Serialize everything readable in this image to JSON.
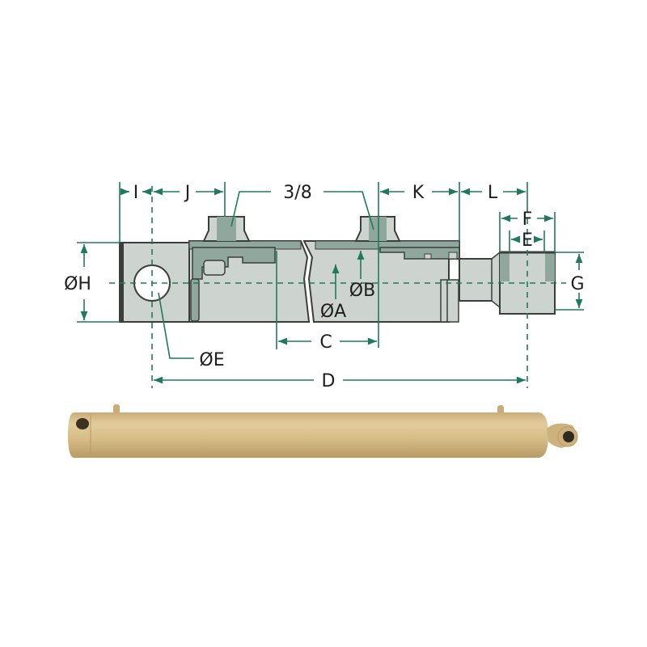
{
  "diagram": {
    "title": "Double-acting hydraulic cylinder dimension drawing",
    "colors": {
      "dimension_line": "#1f7a5a",
      "body_fill": "#cdd3cf",
      "section_dark": "#8fa79c",
      "outline": "#3a3f3c",
      "cylinder_photo": "#d8bf8c"
    },
    "labels": {
      "I": "I",
      "J": "J",
      "port_thread": "3/8",
      "K": "K",
      "L": "L",
      "F": "F",
      "E": "E",
      "G": "G",
      "H": "ØH",
      "B": "ØB",
      "A": "ØA",
      "C": "C",
      "pin_E": "ØE",
      "D": "D"
    }
  },
  "photo": {
    "description": "Yellow hydraulic cylinder photo"
  }
}
